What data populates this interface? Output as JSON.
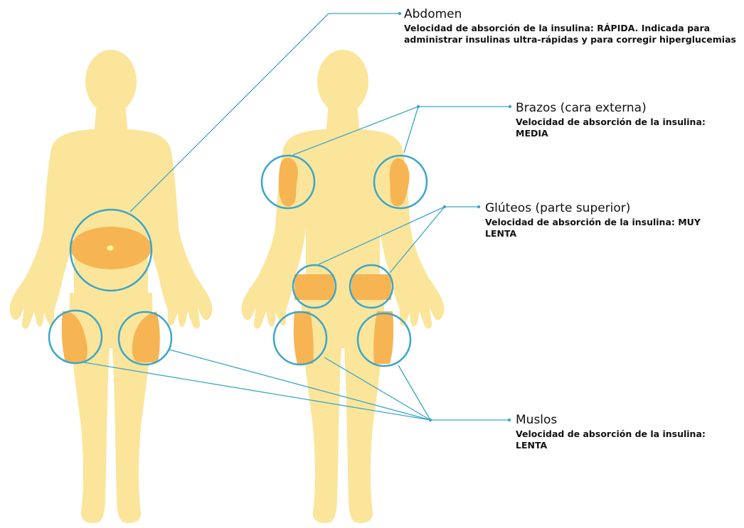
{
  "colors": {
    "body": "#fbe59b",
    "zone": "#f7b452",
    "ring": "#3aa6c9",
    "line": "#3aa6c9",
    "navel": "#fdf3a0"
  },
  "labels": {
    "abdomen": {
      "title": "Abdomen",
      "description": "Velocidad de absorción de la insulina: RÁPIDA. Indicada para administrar insulinas ultra-rápidas y para corregir hiperglucemias"
    },
    "brazos": {
      "title": "Brazos (cara externa)",
      "description": "Velocidad de absorción de la insulina: MEDIA"
    },
    "gluteos": {
      "title": "Glúteos (parte superior)",
      "description": "Velocidad de absorción de la insulina: MUY LENTA"
    },
    "muslos": {
      "title": "Muslos",
      "description": "Velocidad de absorción de la insulina: LENTA"
    }
  }
}
